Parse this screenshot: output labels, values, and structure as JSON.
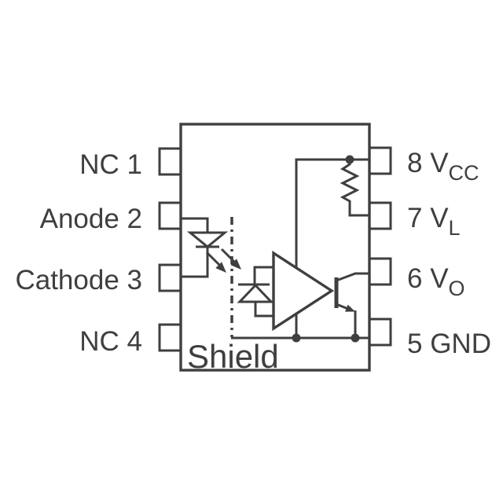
{
  "diagram_title": "",
  "pins": {
    "left": [
      {
        "name": "NC",
        "number": 1,
        "label": "NC 1"
      },
      {
        "name": "Anode",
        "number": 2,
        "label": "Anode 2"
      },
      {
        "name": "Cathode",
        "number": 3,
        "label": "Cathode 3"
      },
      {
        "name": "NC",
        "number": 4,
        "label": "NC 4"
      }
    ],
    "right": [
      {
        "name": "VCC",
        "number": 8,
        "label_main": "8 V",
        "label_sub": "CC"
      },
      {
        "name": "VL",
        "number": 7,
        "label_main": "7 V",
        "label_sub": "L"
      },
      {
        "name": "VO",
        "number": 6,
        "label_main": "6 V",
        "label_sub": "O"
      },
      {
        "name": "GND",
        "number": 5,
        "label_main": "5 GND",
        "label_sub": ""
      }
    ]
  },
  "labels": {
    "shield": "Shield"
  },
  "symbols": [
    "led-emitter-icon",
    "light-emission-arrows-icon",
    "shield-dashdot-line-icon",
    "photodiode-icon",
    "amplifier-triangle-icon",
    "resistor-icon",
    "npn-transistor-icon",
    "junction-dot-icon"
  ],
  "colors": {
    "line": "#3f3f3f",
    "background": "#ffffff"
  }
}
